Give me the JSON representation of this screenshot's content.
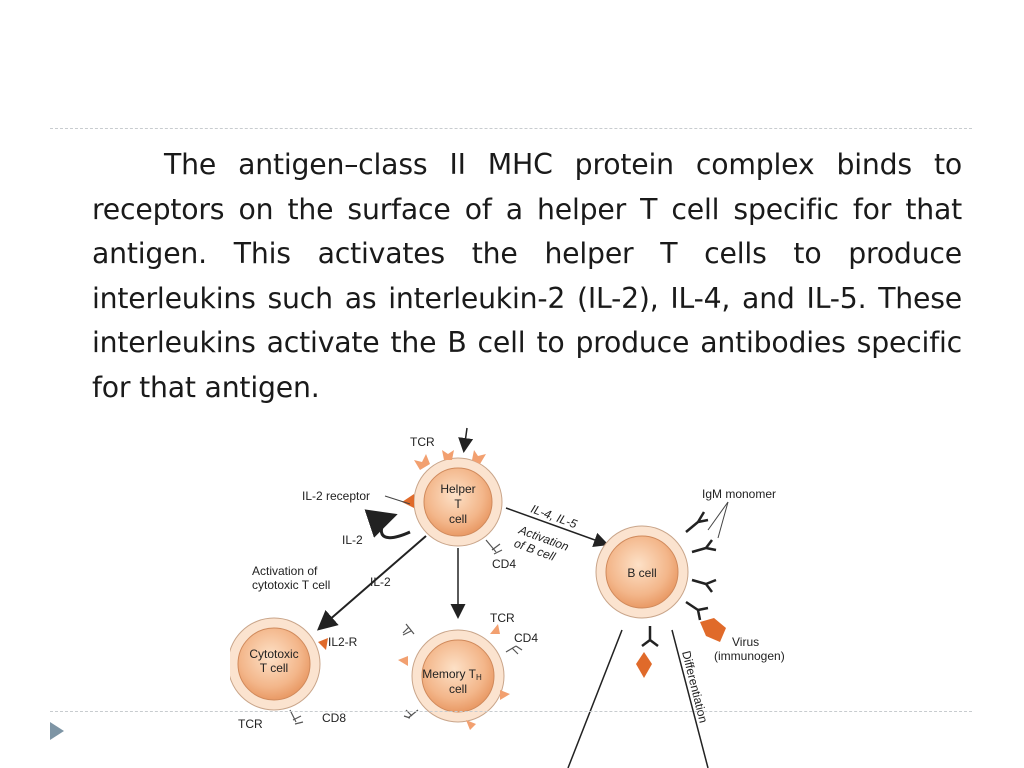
{
  "slide": {
    "paragraph": "The antigen–class II MHC protein complex binds to receptors on the surface of a helper T cell specific for that antigen. This activates the helper T cells to produce interleukins such as interleukin-2 (IL-2), IL-4, and IL-5. These interleukins activate the B cell to produce antibodies specific for that antigen."
  },
  "figure": {
    "labels": {
      "tcr_top": "TCR",
      "helper_line1": "Helper",
      "helper_line2": "T",
      "helper_line3": "cell",
      "il2_receptor": "IL-2 receptor",
      "il2_loop": "IL-2",
      "cd4_helper": "CD4",
      "il4_il5": "IL-4, IL-5",
      "activation_b_1": "Activation",
      "activation_b_2": "of B cell",
      "igm_monomer": "IgM monomer",
      "b_cell": "B cell",
      "activation_cyto_1": "Activation of",
      "activation_cyto_2": "cytotoxic T cell",
      "il2_mid": "IL-2",
      "il2r": "IL2-R",
      "cyto_line1": "Cytotoxic",
      "cyto_line2": "T cell",
      "cd8": "CD8",
      "tcr_bottom": "TCR",
      "tcr_memory": "TCR",
      "cd4_memory": "CD4",
      "memory_line1": "Memory T",
      "memory_sub": "H",
      "memory_line2": "cell",
      "virus_1": "Virus",
      "virus_2": "(immunogen)",
      "differentiation": "Differentiation"
    }
  },
  "colors": {
    "cell_fill": "#f4c39c",
    "cell_ring": "#fbe3cf",
    "receptor_orange": "#e06a2a",
    "accent_bullet": "#7e95a5"
  }
}
